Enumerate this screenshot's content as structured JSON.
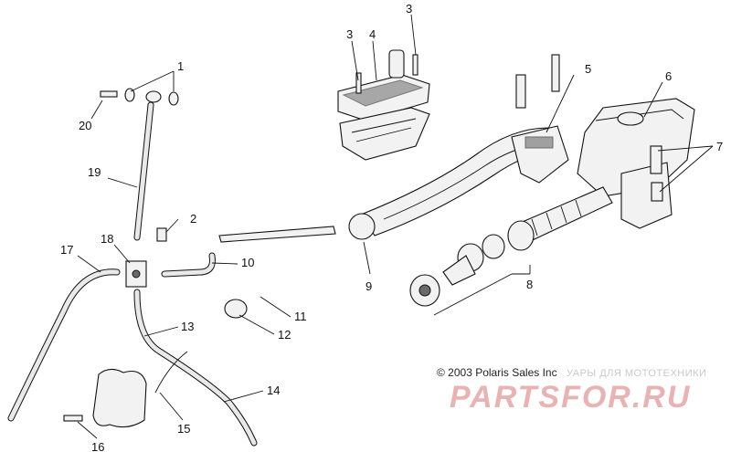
{
  "diagram": {
    "callouts": [
      "1",
      "2",
      "3",
      "3",
      "4",
      "5",
      "6",
      "7",
      "8",
      "9",
      "10",
      "11",
      "12",
      "13",
      "14",
      "15",
      "16",
      "17",
      "18",
      "19",
      "20"
    ],
    "copyright": "© 2003 Polaris Sales Inc",
    "watermark": {
      "small": "УАРЫ ДЛЯ МОТОТЕХНИКИ",
      "brand": "PARTSFOR.RU"
    }
  }
}
